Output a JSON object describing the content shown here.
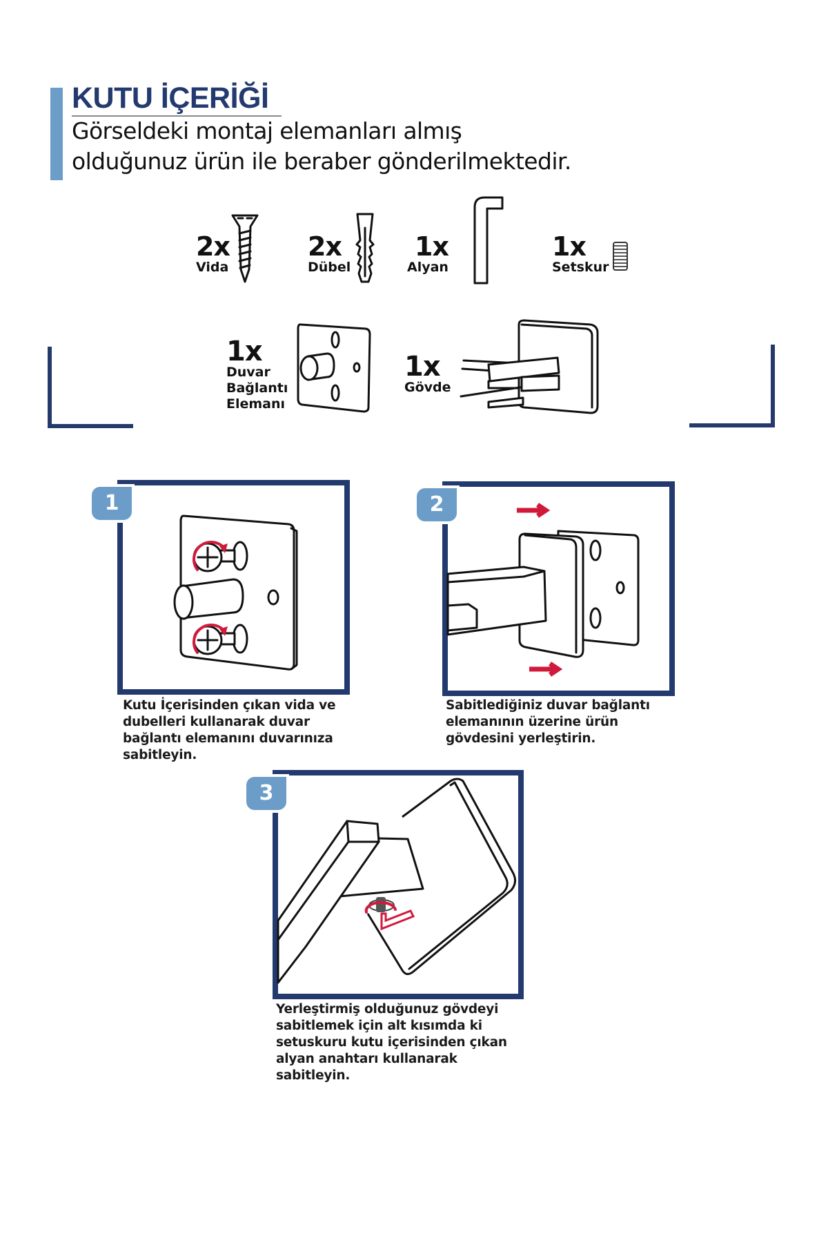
{
  "header": {
    "title": "KUTU İÇERİĞİ",
    "intro_line1": "Görseldeki montaj elemanları almış",
    "intro_line2": "olduğunuz ürün ile beraber gönderilmektedir."
  },
  "colors": {
    "navy": "#233a6f",
    "accent_blue": "#6c9dc9",
    "arrow_red": "#d01a3c"
  },
  "box_contents": [
    {
      "qty": "2x",
      "label": "Vida",
      "icon": "screw-icon"
    },
    {
      "qty": "2x",
      "label": "Dübel",
      "icon": "wall-plug-icon"
    },
    {
      "qty": "1x",
      "label": "Alyan",
      "icon": "allen-key-icon"
    },
    {
      "qty": "1x",
      "label": "Setskur",
      "icon": "set-screw-icon"
    },
    {
      "qty": "1x",
      "label_lines": [
        "Duvar",
        "Bağlantı",
        "Elemanı"
      ],
      "icon": "wall-bracket-icon"
    },
    {
      "qty": "1x",
      "label": "Gövde",
      "icon": "body-icon"
    }
  ],
  "steps": [
    {
      "number": "1",
      "text_lines": [
        "Kutu İçerisinden çıkan vida ve",
        "dubelleri kullanarak duvar",
        "bağlantı elemanını duvarınıza",
        "sabitleyin."
      ],
      "illustration": "mount-bracket-illustration"
    },
    {
      "number": "2",
      "text_lines": [
        "Sabitlediğiniz duvar bağlantı",
        "elemanının üzerine ürün",
        "gövdesini yerleştirin."
      ],
      "illustration": "attach-body-illustration"
    },
    {
      "number": "3",
      "text_lines": [
        "Yerleştirmiş olduğunuz gövdeyi",
        "sabitlemek için alt kısımda ki",
        "setuskuru kutu içerisinden çıkan",
        "alyan anahtarı kullanarak",
        "sabitleyin."
      ],
      "illustration": "tighten-set-screw-illustration"
    }
  ]
}
